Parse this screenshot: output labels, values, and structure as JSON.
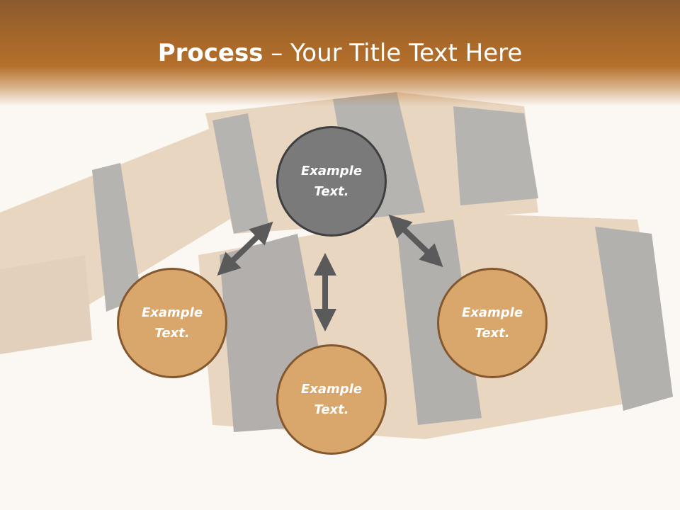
{
  "title": {
    "bold": "Process",
    "rest": " – Your Title Text Here"
  },
  "nodes": [
    {
      "id": "top",
      "line1": "Example",
      "line2": "Text."
    },
    {
      "id": "left",
      "line1": "Example",
      "line2": "Text."
    },
    {
      "id": "bottom",
      "line1": "Example",
      "line2": "Text."
    },
    {
      "id": "right",
      "line1": "Example",
      "line2": "Text."
    }
  ],
  "colors": {
    "header": "#b46f2b",
    "top_node": "#7a7a7a",
    "tan_node": "#d9a66c",
    "arrow": "#5a5a5a"
  }
}
